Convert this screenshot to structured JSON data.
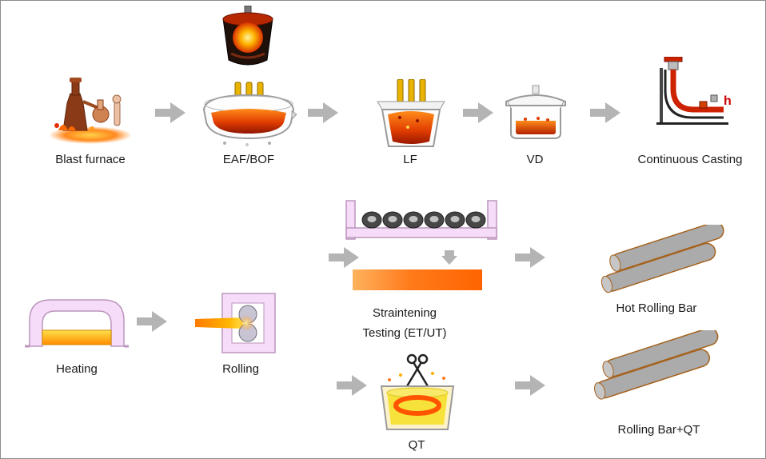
{
  "diagram": {
    "type": "steel-production-process-flow",
    "stages": {
      "blast_furnace": "Blast furnace",
      "eaf_bof": "EAF/BOF",
      "lf": "LF",
      "vd": "VD",
      "continuous_casting": "Continuous Casting",
      "heating": "Heating",
      "rolling": "Rolling",
      "straightening_line1": "Straintening",
      "straightening_line2": "Testing (ET/UT)",
      "hot_rolling_bar": "Hot Rolling Bar",
      "qt": "QT",
      "rolling_bar_qt": "Rolling Bar+QT"
    },
    "annotations": {
      "casting_letter": "h"
    },
    "colors": {
      "arrow": "#b4b4b4",
      "label_text": "#1a1a1a",
      "molten_orange": "#ff6a00",
      "electrode_yellow": "#e8b400",
      "machine_pink": "#f6dcf8",
      "bar_gray": "#ababab",
      "bar_edge": "#a5621d",
      "quench_yellow": "#f7e23b",
      "border": "#8c8c8c"
    }
  }
}
